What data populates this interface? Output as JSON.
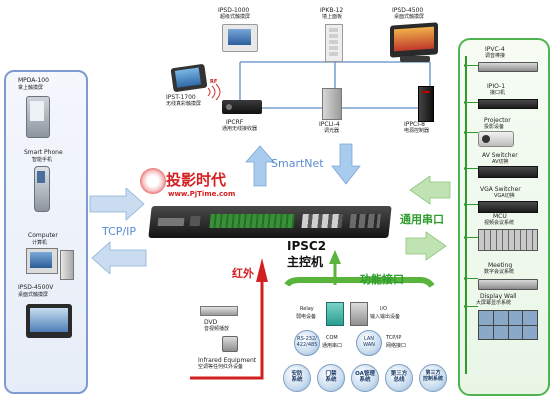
{
  "top_devices": {
    "ipsd1000": {
      "model": "IPSD-1000",
      "desc": "超级式触摸屏"
    },
    "ipkb12": {
      "model": "IPKB-12",
      "desc": "墙上面板"
    },
    "ipsd4500": {
      "model": "IPSD-4500",
      "desc": "桌面式触摸屏"
    },
    "ipst1700": {
      "model": "IPST-1700",
      "desc": "无线真彩触摸屏"
    },
    "rf_label": "RF",
    "iprf": {
      "model": "IPCRF",
      "desc": "通用无线接收器"
    },
    "ipcli4": {
      "model": "IPCLI-4",
      "desc": "调光器"
    },
    "ippci8": {
      "model": "IPPCI-8",
      "desc": "电源控制器"
    }
  },
  "smartnet_label": "SmartNet",
  "left_panel": {
    "mpda": {
      "model": "MPDA-100",
      "desc": "掌上触摸屏"
    },
    "phone": {
      "model": "Smart Phone",
      "desc": "智能手机"
    },
    "computer": {
      "model": "Computer",
      "desc": "计算机"
    },
    "ipsd4500v": {
      "model": "IPSD-4500V",
      "desc": "桌面式触摸屏"
    }
  },
  "tcpip_label": "TCP/IP",
  "watermark": {
    "brand": "投影时代",
    "url": "www.PjTime.com"
  },
  "controller": {
    "model": "IPSC2",
    "desc": "主控机"
  },
  "right_section_label": "通用串口",
  "right_panel": {
    "items": [
      {
        "model": "IPVC-4",
        "desc": "调音棒接"
      },
      {
        "model": "IPIO-1",
        "desc": "接口机"
      },
      {
        "model": "Projector",
        "desc": "投影设备"
      },
      {
        "model": "AV Switcher",
        "desc": "AV切换"
      },
      {
        "model": "VGA Switcher",
        "desc": "VGA切换"
      },
      {
        "model": "MCU",
        "desc": "视频会议系统"
      },
      {
        "model": "Meeting",
        "desc": "数字会议系统"
      },
      {
        "model": "Display Wall",
        "desc": "大屏幕显示系统"
      }
    ]
  },
  "infrared": {
    "label": "红外",
    "dvd": {
      "model": "DVD",
      "desc": "音视频播放"
    },
    "equip": {
      "model": "Infrared Equipment",
      "desc": "空调等任何红外设备"
    }
  },
  "function": {
    "label": "功能接口",
    "relay": {
      "model": "Relay",
      "desc": "弱电设备"
    },
    "io": {
      "model": "I/O",
      "desc": "输入输出设备"
    },
    "com": {
      "model": "COM",
      "desc": "通用串口"
    },
    "tcp": {
      "model": "TCP/IP",
      "desc": "网络接口"
    },
    "balls_top": [
      {
        "l1": "RS-232/",
        "l2": "422/485"
      },
      {
        "l1": "LAN",
        "l2": "WAN"
      }
    ],
    "systems": [
      {
        "l1": "安防",
        "l2": "系统"
      },
      {
        "l1": "门禁",
        "l2": "系统"
      },
      {
        "l1": "OA管理",
        "l2": "系统"
      },
      {
        "l1": "第三方",
        "l2": "总线"
      },
      {
        "l1": "第三方",
        "l2": "控制系统"
      }
    ]
  },
  "colors": {
    "green": "#2e9c2e",
    "blue": "#5b8bd0",
    "red": "#d22020",
    "arrow_blue": "#9cc2ea"
  }
}
